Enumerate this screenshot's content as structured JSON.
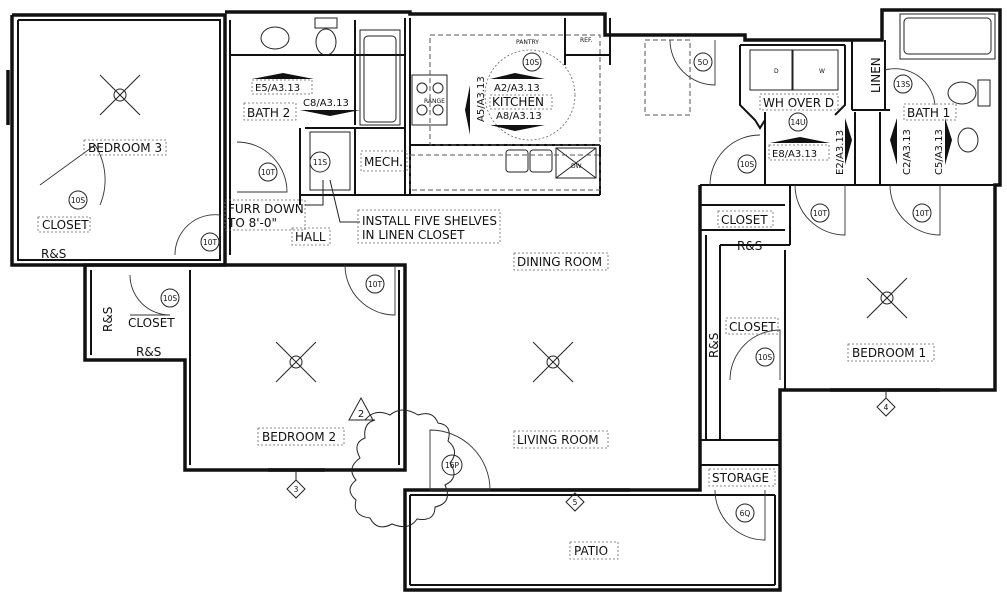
{
  "rooms": {
    "bedroom3": "BEDROOM 3",
    "closet_b3": "CLOSET",
    "rs_b3": "R&S",
    "bath2": "BATH 2",
    "mech": "MECH.",
    "hall": "HALL",
    "kitchen": "KITCHEN",
    "pantry": "PANTRY",
    "ref": "REF.",
    "range": "RANGE",
    "dw": "DW",
    "wh": "WH OVER D",
    "dryer": "D",
    "washer": "W",
    "linen": "LINEN",
    "bath1": "BATH 1",
    "closet_hall": "CLOSET",
    "rs_hall": "R&S",
    "dining": "DINING ROOM",
    "closet_b2": "CLOSET",
    "rs_b2a": "R&S",
    "rs_b2b": "R&S",
    "closet_b1": "CLOSET",
    "rs_b1": "R&S",
    "bedroom1": "BEDROOM 1",
    "bedroom2": "BEDROOM 2",
    "living": "LIVING ROOM",
    "storage": "STORAGE",
    "patio": "PATIO"
  },
  "notes": {
    "furr1": "FURR DOWN",
    "furr2": "TO 8'-0\"",
    "shelves1": "INSTALL FIVE SHELVES",
    "shelves2": "IN LINEN CLOSET"
  },
  "elevations": {
    "e5": "E5/A3.13",
    "c8": "C8/A3.13",
    "a2": "A2/A3.13",
    "a8": "A8/A3.13",
    "a5": "A5/A3.13",
    "e8": "E8/A3.13",
    "e2": "E2/A3.13",
    "c2": "C2/A3.13",
    "c5": "C5/A3.13"
  },
  "door_tags": [
    "10S",
    "10T",
    "10T",
    "11S",
    "10S",
    "10T",
    "10S",
    "5O",
    "14U",
    "10S",
    "13S",
    "10T",
    "10T",
    "10S",
    "16P",
    "6Q"
  ],
  "markers": {
    "revision": "2",
    "window_3": "3",
    "window_5": "5",
    "window_4": "4"
  }
}
